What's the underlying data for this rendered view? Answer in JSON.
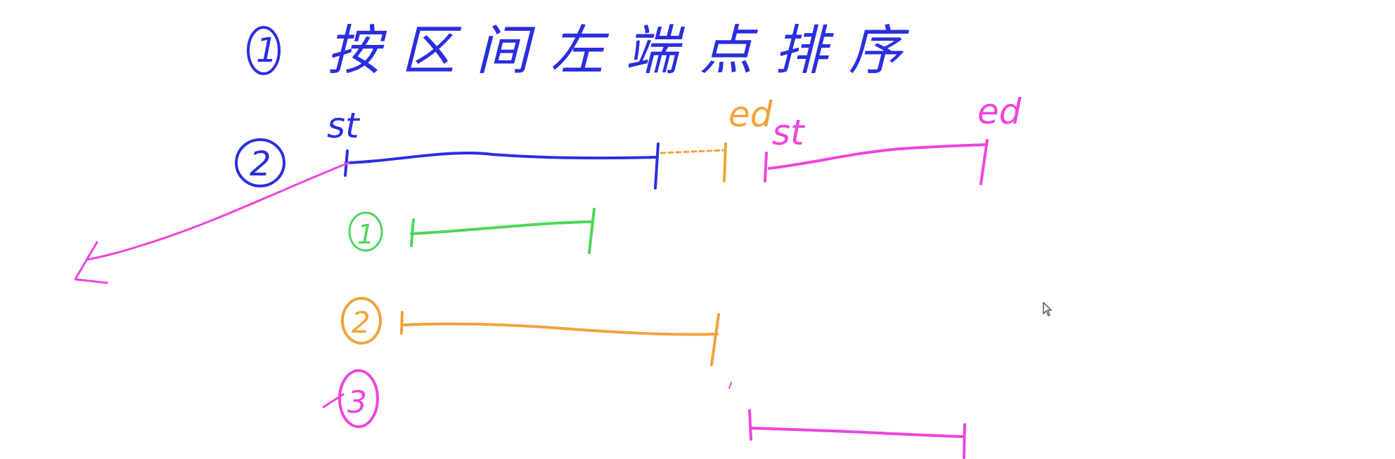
{
  "colors": {
    "blue": "#2a2ee0",
    "orange": "#f2a33a",
    "magenta": "#ee44dd",
    "green": "#4fd65a",
    "cursor": "#555555"
  },
  "step1": {
    "number": "1",
    "text": "按区间左端点排序"
  },
  "step2": {
    "number": "2",
    "st_label": "st",
    "ed_label": "ed",
    "next_st_label": "st",
    "next_ed_label": "ed"
  },
  "cases": [
    {
      "number": "1",
      "color": "green"
    },
    {
      "number": "2",
      "color": "orange"
    },
    {
      "number": "3",
      "color": "magenta"
    }
  ],
  "cursor_icon": "pointer-cursor-icon"
}
